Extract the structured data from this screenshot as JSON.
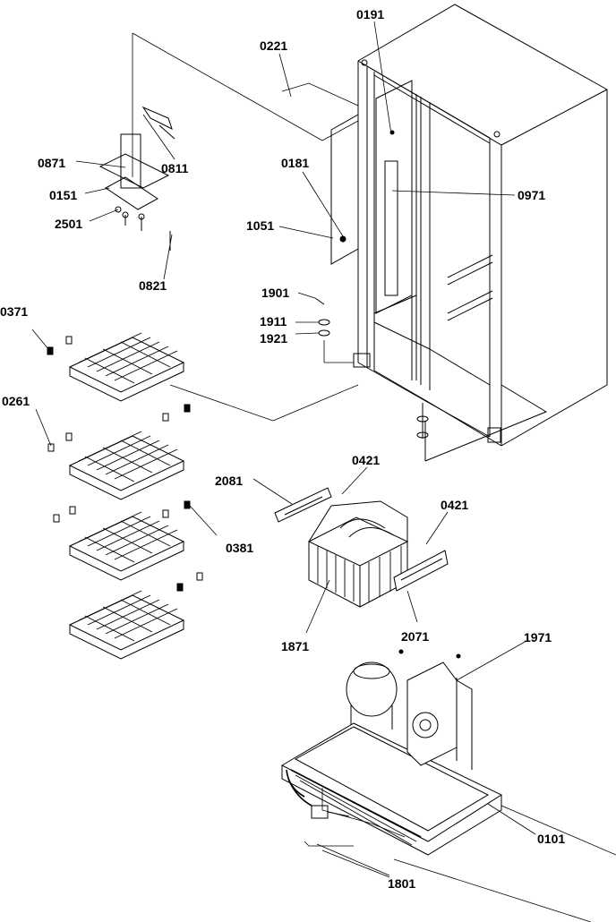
{
  "part_labels": {
    "l0191": "0191",
    "l0221": "0221",
    "l0871": "0871",
    "l0811": "0811",
    "l0181": "0181",
    "l0971": "0971",
    "l0151": "0151",
    "l2501": "2501",
    "l1051": "1051",
    "l0821": "0821",
    "l1901": "1901",
    "l0371": "0371",
    "l1911": "1911",
    "l1921": "1921",
    "l0261": "0261",
    "l0421a": "0421",
    "l2081": "2081",
    "l0421b": "0421",
    "l0381": "0381",
    "l1871": "1871",
    "l2071": "2071",
    "l1971": "1971",
    "l0101": "0101",
    "l1801": "1801"
  }
}
